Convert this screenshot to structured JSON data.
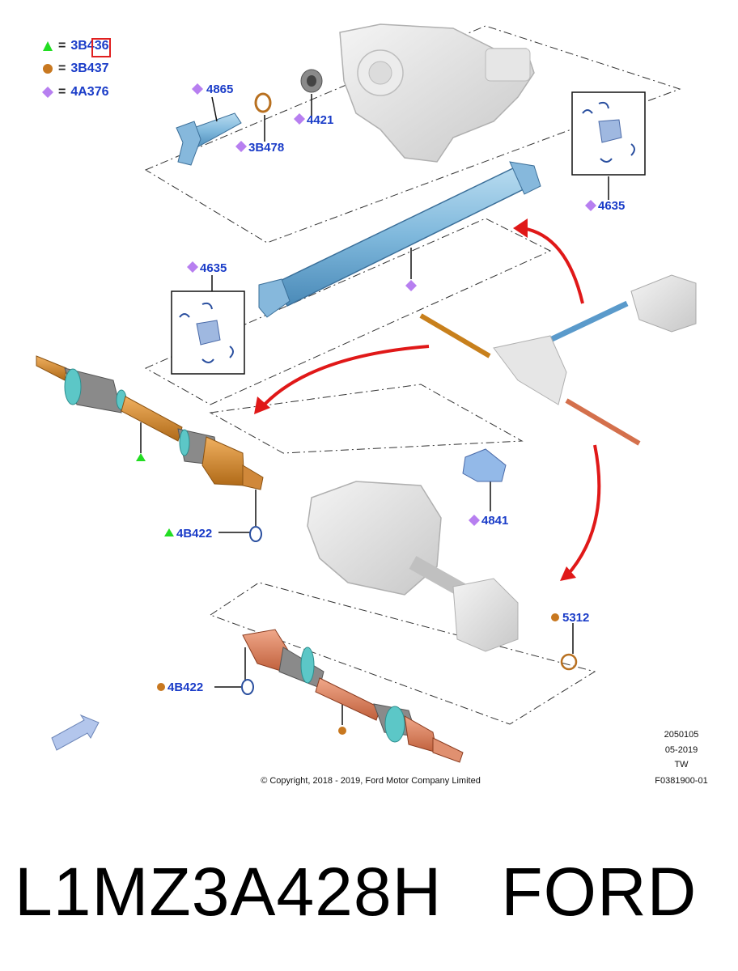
{
  "legend": [
    {
      "symbol": "triangle-icon",
      "color": "#22dd22",
      "code": "3B436"
    },
    {
      "symbol": "circle-icon",
      "color": "#c87820",
      "code": "3B437"
    },
    {
      "symbol": "diamond-icon",
      "color": "#b77ff0",
      "code": "4A376"
    }
  ],
  "callouts": {
    "c4865": "4865",
    "c3b478": "3B478",
    "c4421": "4421",
    "c4635_right": "4635",
    "c4635_left": "4635",
    "c4841": "4841",
    "c4b422_upper": "4B422",
    "c4b422_lower": "4B422",
    "c5312": "5312"
  },
  "meta": {
    "line1": "2050105",
    "line2": "05-2019",
    "line3": "TW",
    "line4": "F0381900-01",
    "copyright": "© Copyright, 2018 - 2019, Ford Motor Company Limited"
  },
  "footer": {
    "part_number": "L1MZ3A428H",
    "brand": "FORD"
  }
}
